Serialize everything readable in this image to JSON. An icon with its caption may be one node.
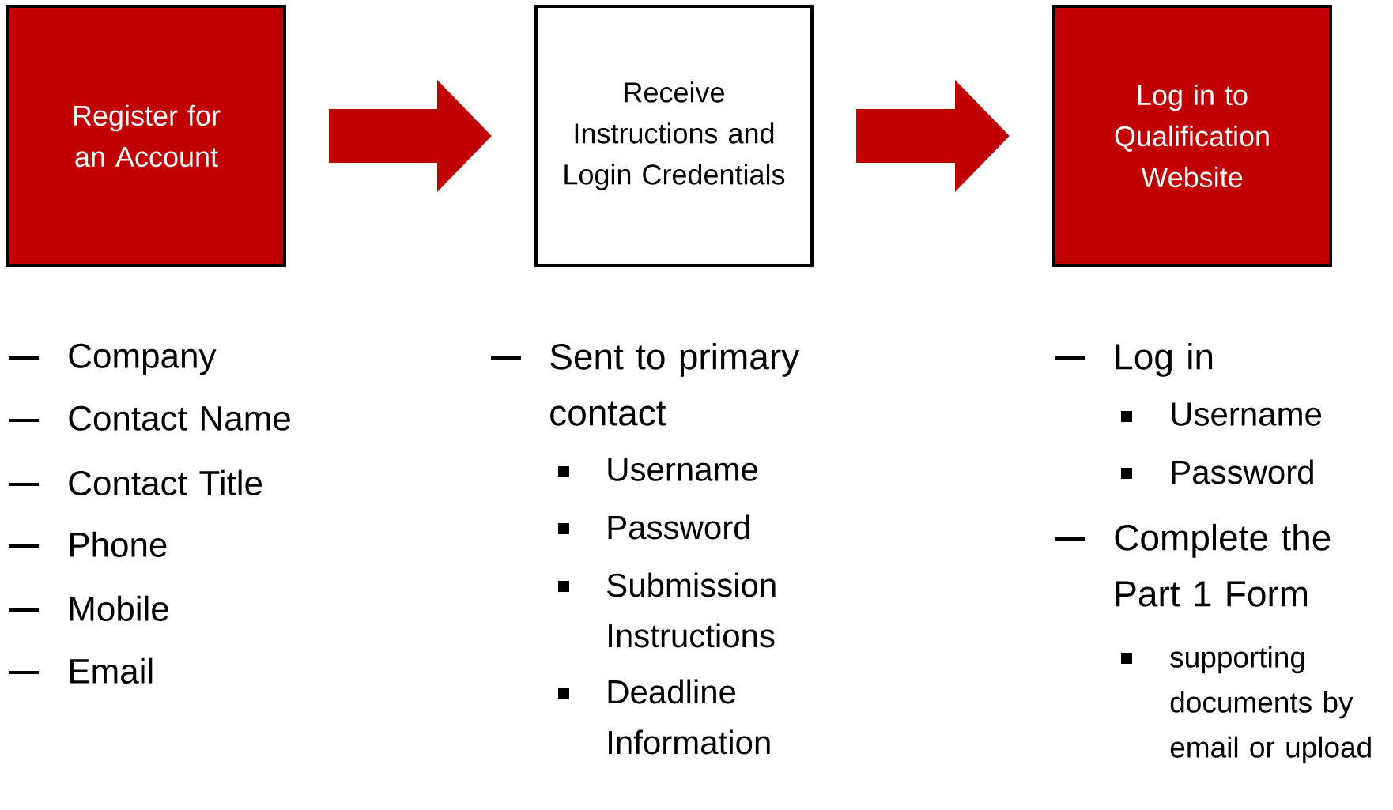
{
  "diagram": {
    "nodes": [
      {
        "text": [
          "Register for an Account"
        ]
      },
      {
        "text": [
          "Receive Instructions and Login Credentials"
        ]
      },
      {
        "text": [
          "Log in to Qualification Website"
        ]
      }
    ],
    "edges": [
      {
        "from": 0,
        "to": 1,
        "arrow": "to"
      },
      {
        "from": 1,
        "to": 2,
        "arrow": "to"
      }
    ],
    "labels": [
      "Company",
      "Contact Name",
      "Contact Title",
      "Phone",
      "Mobile",
      "Email",
      "Sent to primary contact",
      "Username",
      "Password",
      "Submission Instructions",
      "Deadline Information",
      "Log in",
      "Username",
      "Password",
      "Complete the Part 1 Form",
      "supporting documents by email or upload"
    ]
  }
}
